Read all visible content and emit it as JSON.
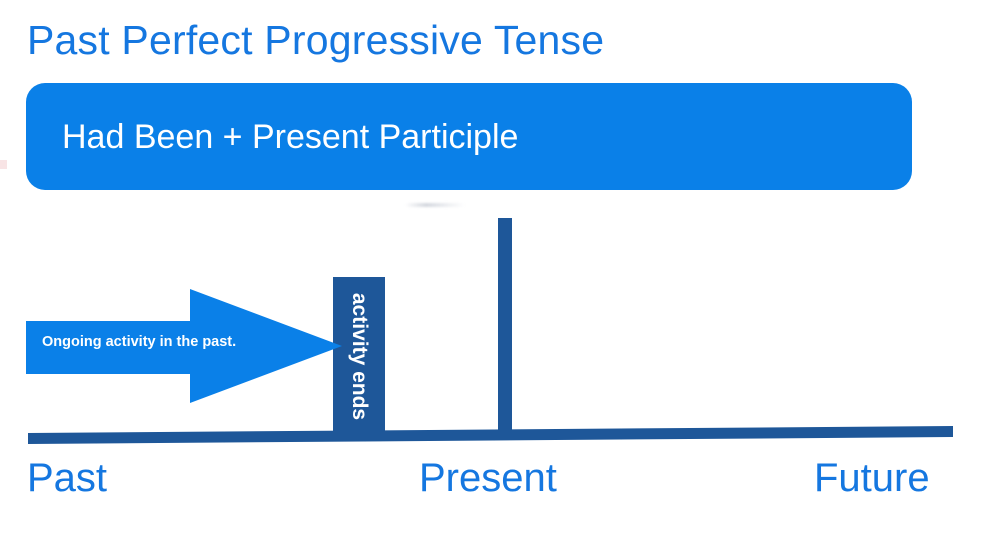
{
  "slide": {
    "title": "Past Perfect Progressive Tense",
    "background_color": "#FFFFFF"
  },
  "formula": {
    "text": "Had Been + Present Participle",
    "box_color": "#0A80E8",
    "text_color": "#FFFFFF"
  },
  "timeline": {
    "color": "#1E5799",
    "axis_labels": [
      {
        "key": "past",
        "label": "Past"
      },
      {
        "key": "present",
        "label": "Present"
      },
      {
        "key": "future",
        "label": "Future"
      }
    ],
    "label_color": "#1577E0"
  },
  "markers": {
    "present_marker": {
      "name": "present-moment-marker",
      "color": "#1E5799"
    },
    "activity_ends": {
      "label": "activity ends",
      "color": "#1E5799",
      "text_color": "#FFFFFF"
    }
  },
  "arrow": {
    "label": "Ongoing activity in the past.",
    "color": "#0A80E8",
    "text_color": "#FFFFFF",
    "direction": "right"
  },
  "chart_data": {
    "type": "diagram",
    "title": "Past Perfect Progressive Tense",
    "subtitle": "Had Been + Present Participle",
    "axis": "timeline",
    "axis_ticks": [
      "Past",
      "Present",
      "Future"
    ],
    "elements": [
      {
        "name": "ongoing-activity-arrow",
        "text": "Ongoing activity in the past.",
        "span": "past",
        "color": "#0A80E8"
      },
      {
        "name": "activity-ends-marker",
        "text": "activity ends",
        "position": "past",
        "color": "#1E5799"
      },
      {
        "name": "present-moment-marker",
        "text": "",
        "position": "present",
        "color": "#1E5799"
      }
    ]
  }
}
